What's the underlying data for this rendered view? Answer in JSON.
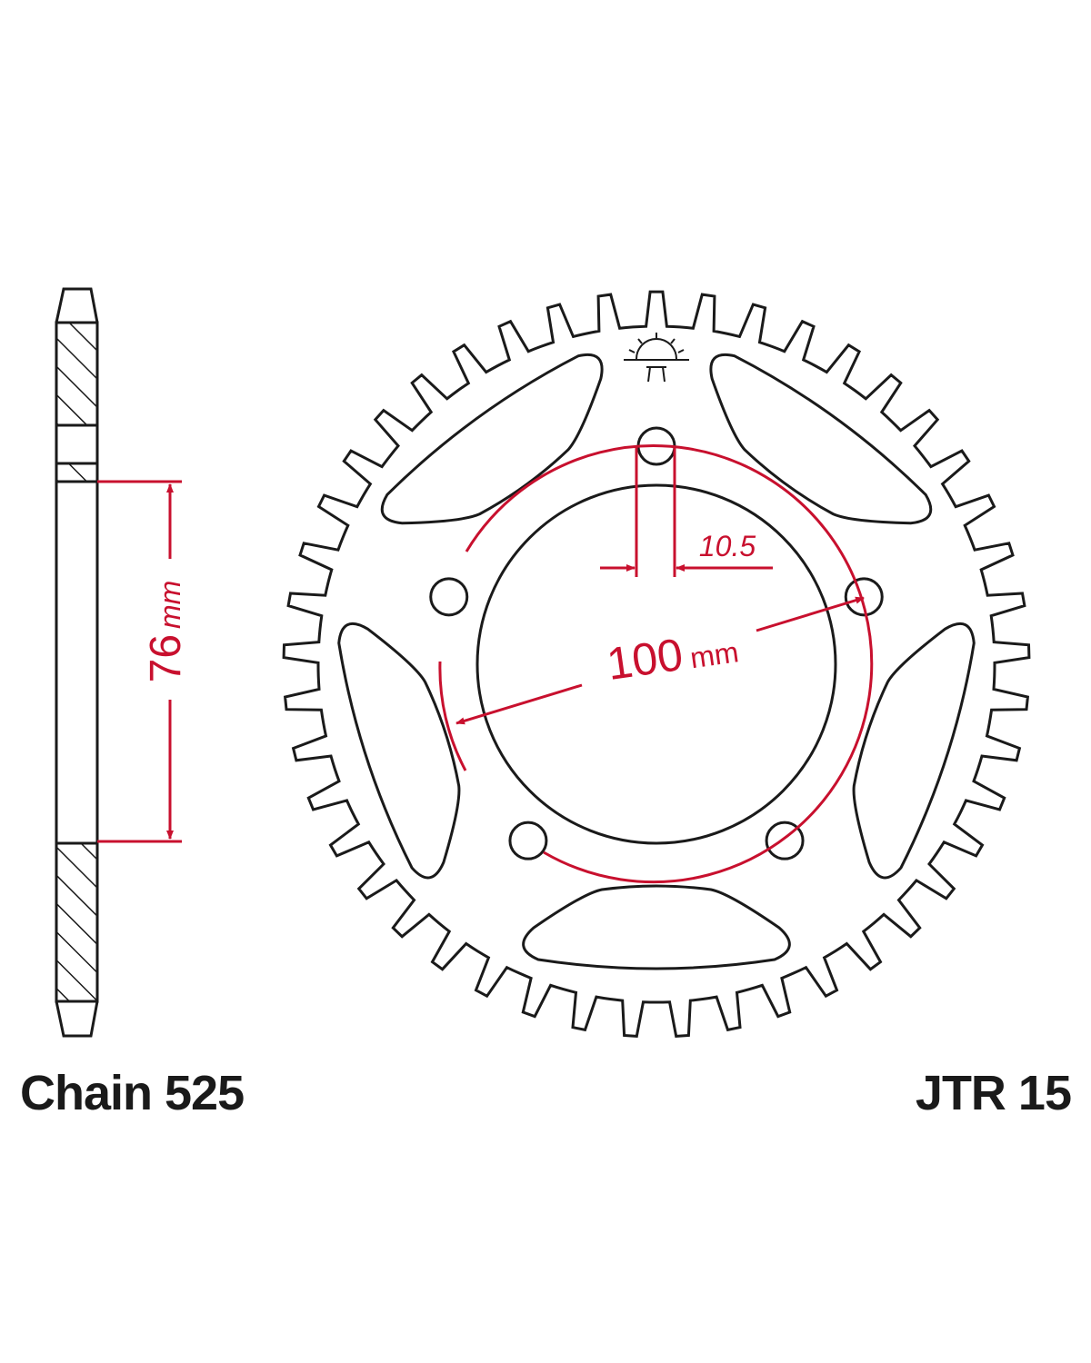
{
  "drawing": {
    "pitch_label": "76 mm",
    "pitch_value": "76",
    "pitch_unit": "mm",
    "bolt_circle_value": "100",
    "bolt_circle_unit": "mm",
    "bolt_hole_value": "10.5",
    "chain_label": "Chain 525",
    "part_label": "JTR 15"
  },
  "colors": {
    "line": "#1a1a1a",
    "dimension": "#c8102e"
  }
}
